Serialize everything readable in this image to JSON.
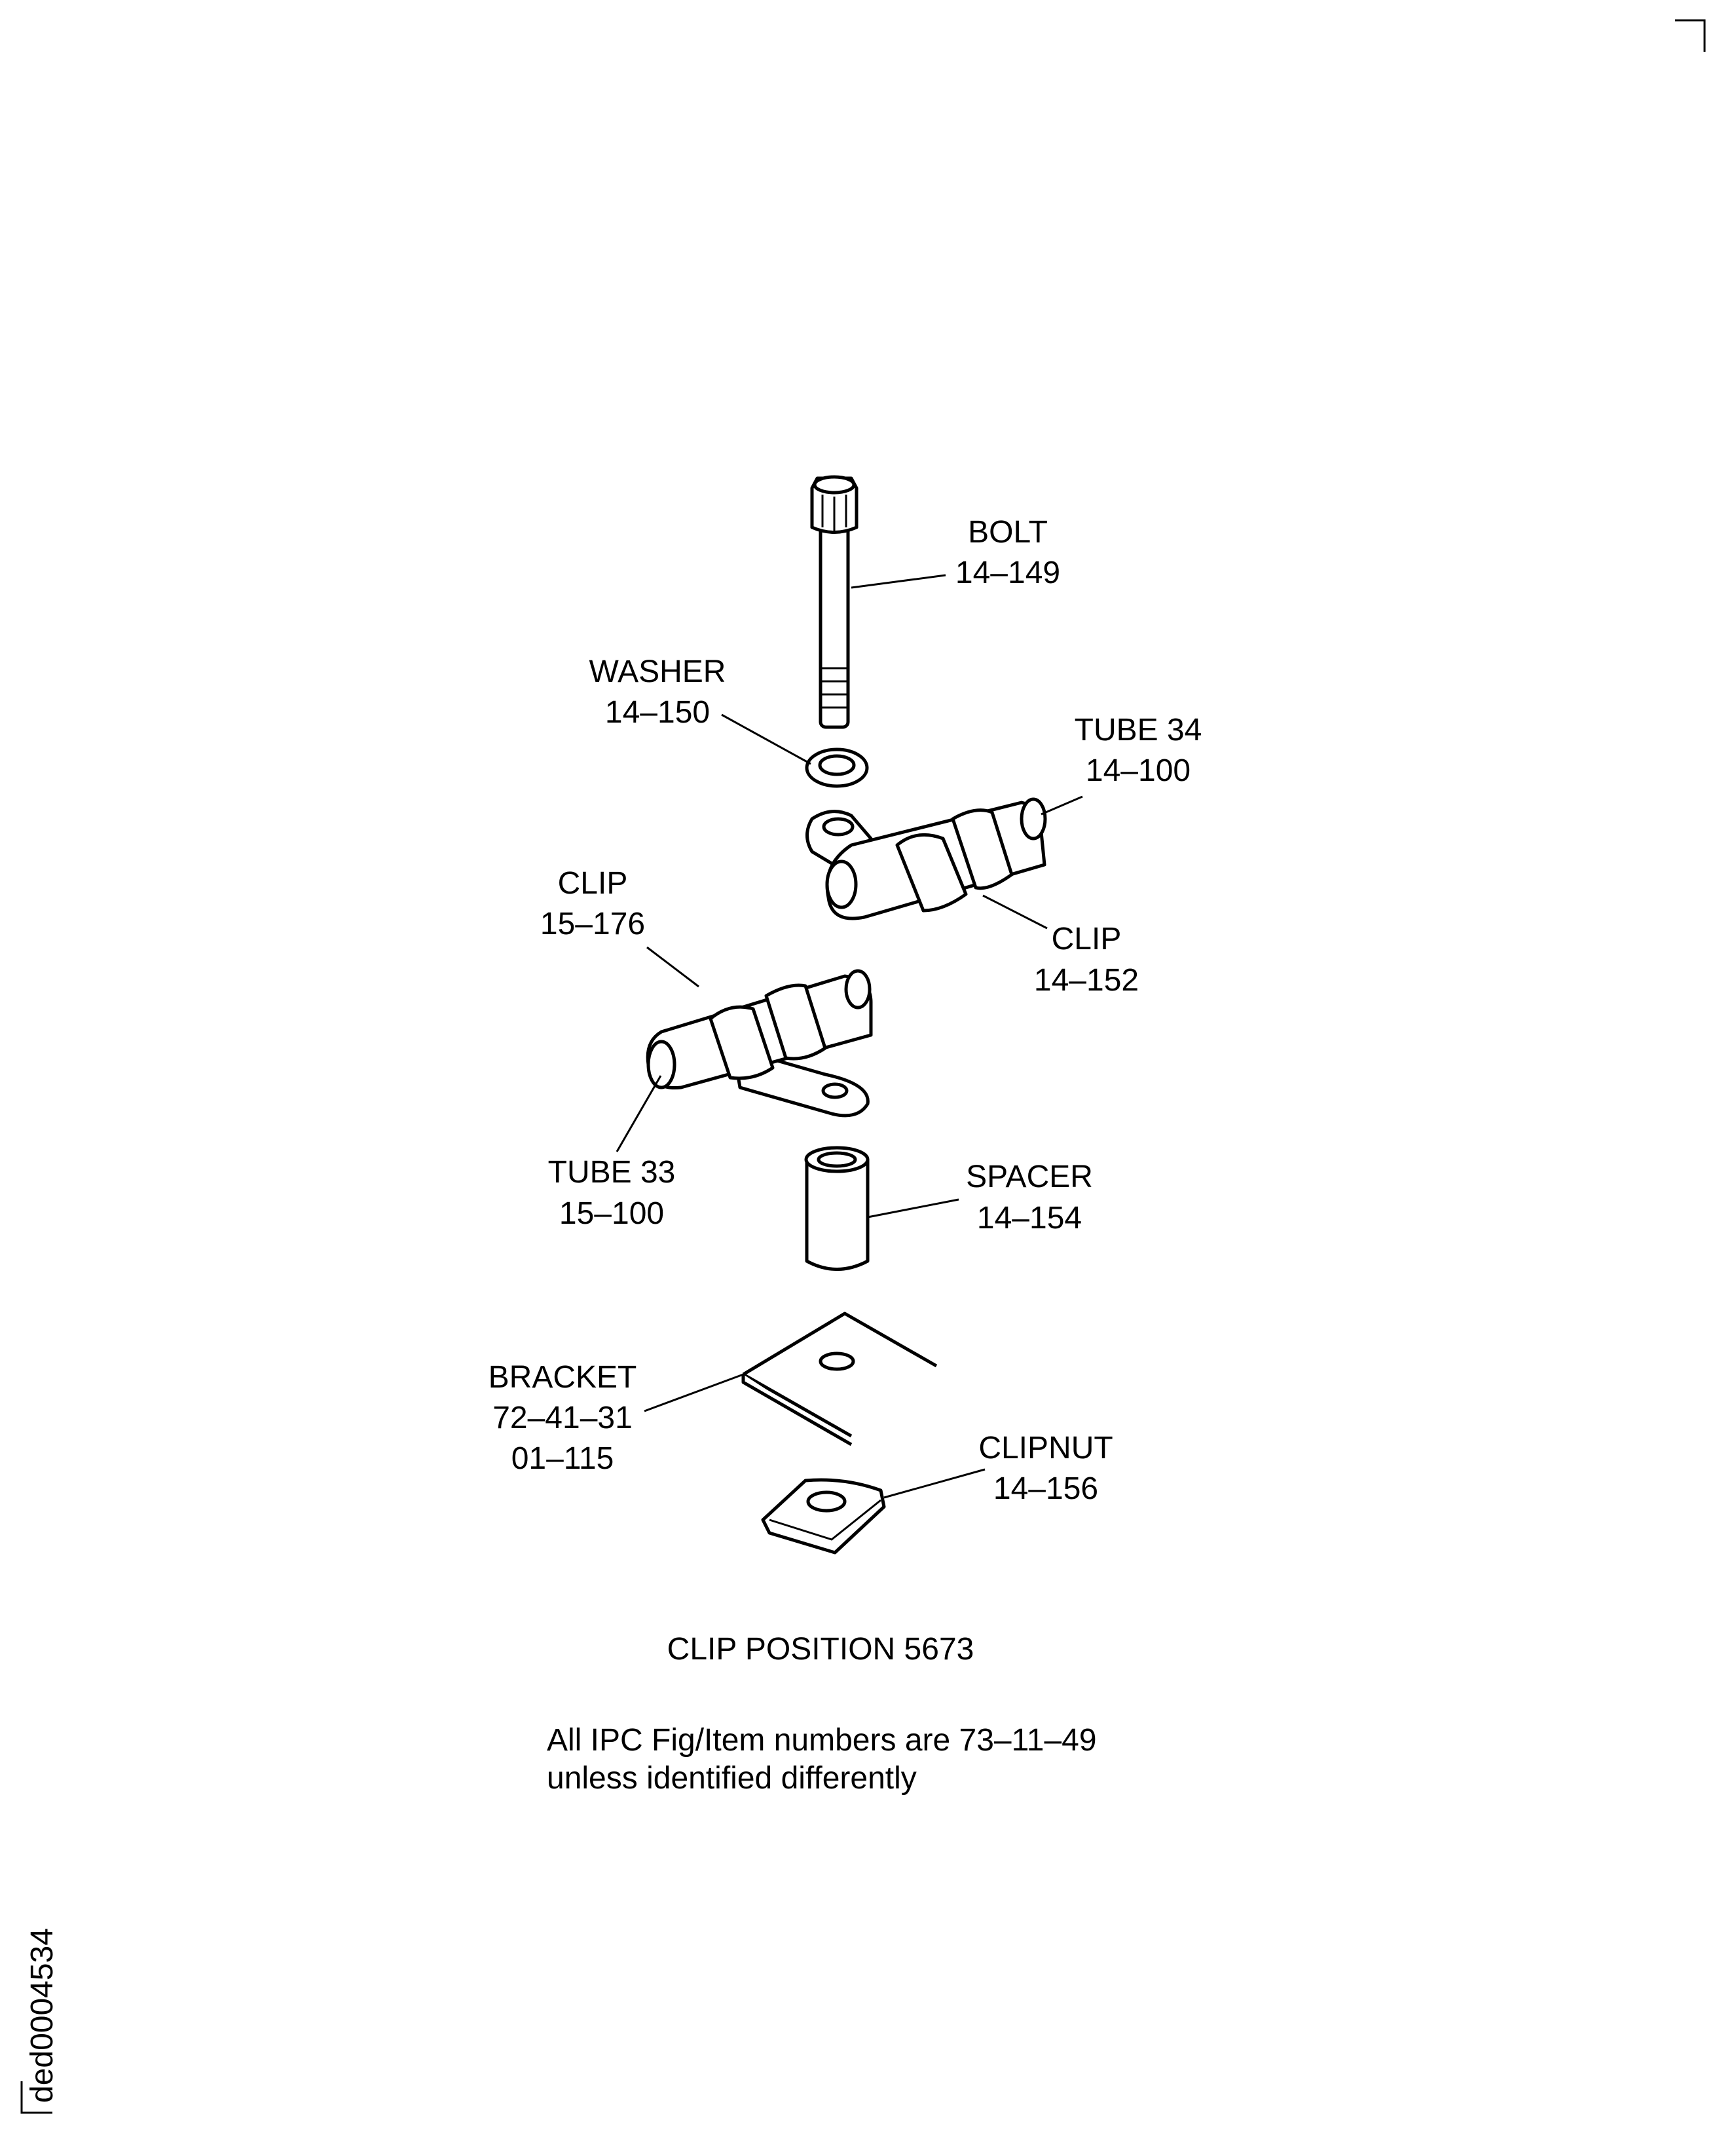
{
  "figure": {
    "title": "CLIP POSITION 5673",
    "note_line1": "All IPC Fig/Item numbers are 73-11-49",
    "note_line2": "unless identified differently",
    "drawing_id": "ded0004534"
  },
  "callouts": [
    {
      "name": "BOLT",
      "ref": "14-149"
    },
    {
      "name": "WASHER",
      "ref": "14-150"
    },
    {
      "name": "TUBE 34",
      "ref": "14-100"
    },
    {
      "name": "CLIP",
      "ref": "14-152"
    },
    {
      "name": "CLIP",
      "ref": "15-176"
    },
    {
      "name": "TUBE 33",
      "ref": "15-100"
    },
    {
      "name": "SPACER",
      "ref": "14-154"
    },
    {
      "name": "BRACKET",
      "ref": "72-41-31",
      "ref2": "01-115"
    },
    {
      "name": "CLIPNUT",
      "ref": "14-156"
    }
  ]
}
